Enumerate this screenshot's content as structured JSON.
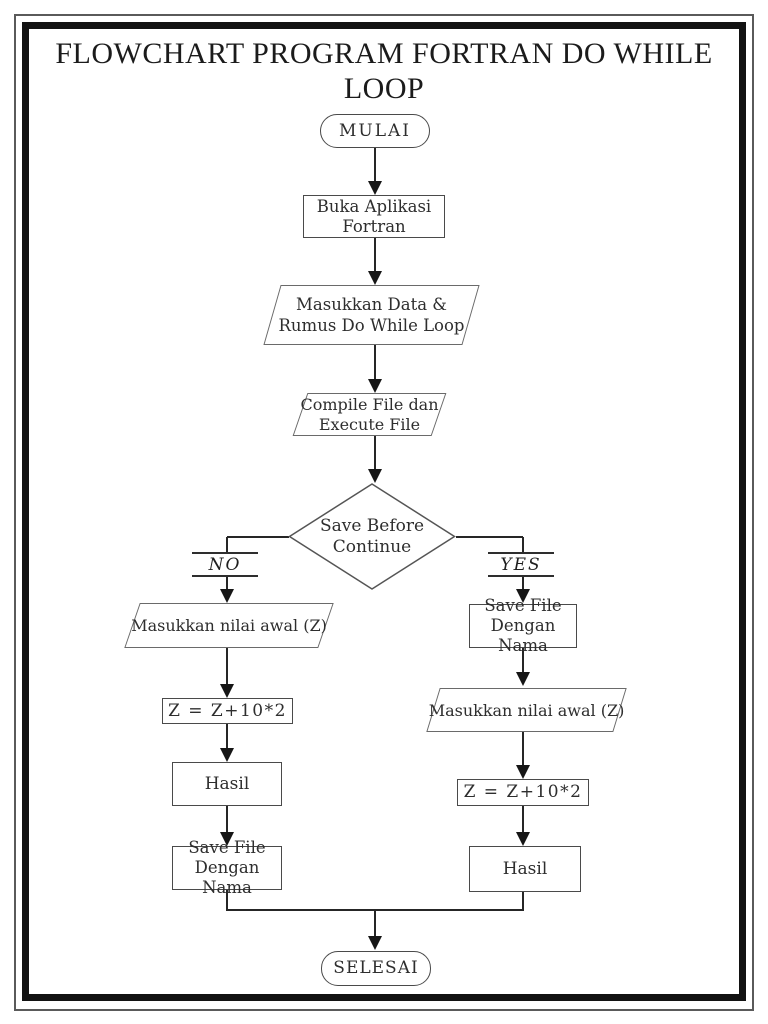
{
  "page": {
    "title": {
      "line1": "FLOWCHART PROGRAM FORTRAN DO WHILE",
      "line2": "LOOP"
    }
  },
  "flowchart": {
    "nodes": {
      "start": {
        "label": "MULAI",
        "type": "terminator"
      },
      "open_app": {
        "line1": "Buka Aplikasi",
        "line2": "Fortran",
        "type": "process"
      },
      "input_data": {
        "line1": "Masukkan Data &",
        "line2": "Rumus Do While Loop",
        "type": "input-output"
      },
      "compile": {
        "line1": "Compile File dan",
        "line2": "Execute File",
        "type": "input-output"
      },
      "decision": {
        "line1": "Save Before",
        "line2": "Continue",
        "type": "decision"
      },
      "no_input": {
        "label": "Masukkan nilai awal (Z)",
        "type": "input-output"
      },
      "no_formula": {
        "label": "Z = Z+10*2",
        "type": "process"
      },
      "no_result": {
        "label": "Hasil",
        "type": "process"
      },
      "no_save": {
        "line1": "Save File",
        "line2": "Dengan Nama",
        "type": "process"
      },
      "yes_save": {
        "line1": "Save File",
        "line2": "Dengan Nama",
        "type": "process"
      },
      "yes_input": {
        "label": "Masukkan nilai awal (Z)",
        "type": "input-output"
      },
      "yes_formula": {
        "label": "Z = Z+10*2",
        "type": "process"
      },
      "yes_result": {
        "label": "Hasil",
        "type": "process"
      },
      "end": {
        "label": "SELESAI",
        "type": "terminator"
      }
    },
    "branches": {
      "no": {
        "label": "NO"
      },
      "yes": {
        "label": "YES"
      }
    },
    "colors": {
      "line": "#262626",
      "rect_border": "#4a4a4a",
      "parallelogram_border": "#6a6a6a",
      "shape_fill": "#ffffff",
      "text": "#2e2e2e",
      "frame": "#121212"
    }
  }
}
